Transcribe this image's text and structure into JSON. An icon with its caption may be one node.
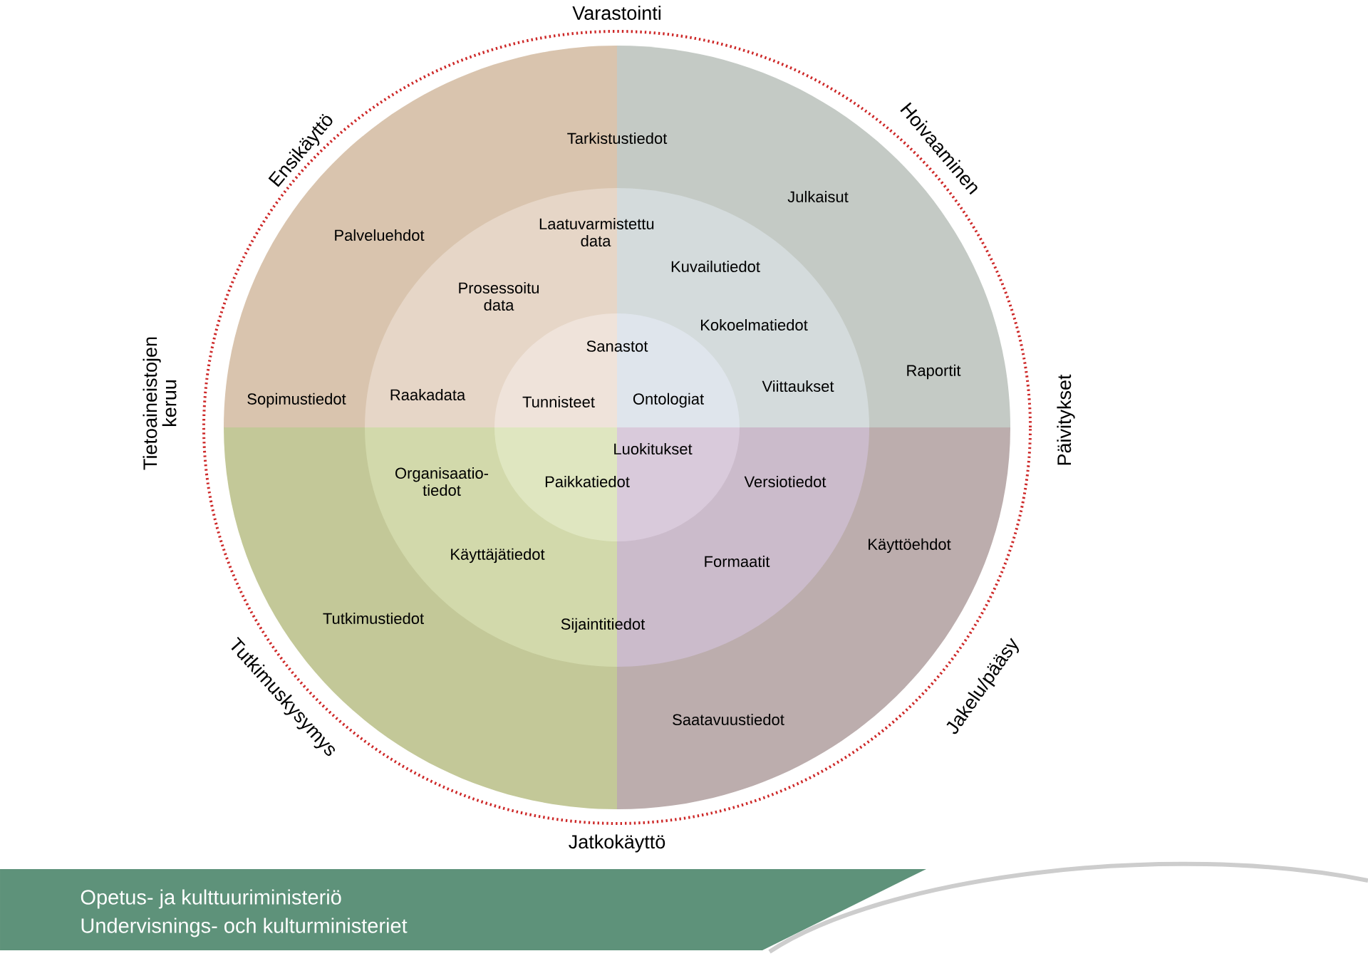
{
  "diagram": {
    "labels": [
      "Varastointi",
      "Ensikäyttö",
      "Hoivaaminen",
      "Tarkistustiedot",
      "Julkaisut",
      "Palveluehdot",
      "Laatuvarmistettu data",
      "Kuvailutiedot",
      "Prosessoitu data",
      "Kokoelmatiedot",
      "Sanastot",
      "Tietoaineistojen keruu",
      "Päivitykset",
      "Raportit",
      "Sopimustiedot",
      "Raakadata",
      "Tunnisteet",
      "Ontologiat",
      "Viittaukset",
      "Luokitukset",
      "Organisaatio-tiedot",
      "Paikkatiedot",
      "Versiotiedot",
      "Käyttöehdot",
      "Käyttäjätiedot",
      "Formaatit",
      "Tutkimustiedot",
      "Sijaintitiedot",
      "Tutkimuskysymys",
      "Jakelu/pääsy",
      "Saatavuustiedot",
      "Jatkokäyttö",
      "Opetus- ja kulttuuriministeriö",
      "Undervisnings- och kulturministeriet"
    ]
  }
}
